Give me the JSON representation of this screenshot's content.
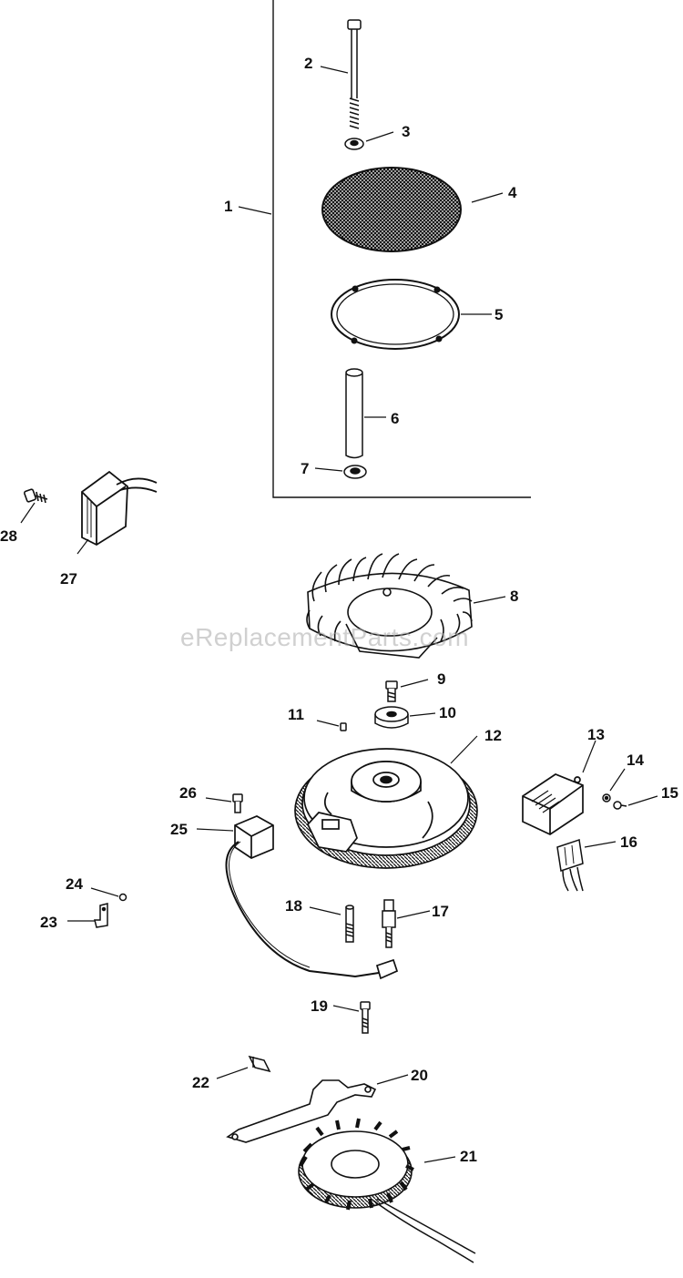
{
  "watermark": "eReplacementParts.com",
  "callouts": [
    {
      "id": "1",
      "label": "1",
      "part": "ignition-kit-bracket"
    },
    {
      "id": "2",
      "label": "2",
      "part": "bolt"
    },
    {
      "id": "3",
      "label": "3",
      "part": "washer"
    },
    {
      "id": "4",
      "label": "4",
      "part": "screen"
    },
    {
      "id": "5",
      "label": "5",
      "part": "retainer-ring"
    },
    {
      "id": "6",
      "label": "6",
      "part": "spacer-tube"
    },
    {
      "id": "7",
      "label": "7",
      "part": "washer"
    },
    {
      "id": "8",
      "label": "8",
      "part": "fan"
    },
    {
      "id": "9",
      "label": "9",
      "part": "screw"
    },
    {
      "id": "10",
      "label": "10",
      "part": "washer"
    },
    {
      "id": "11",
      "label": "11",
      "part": "key"
    },
    {
      "id": "12",
      "label": "12",
      "part": "flywheel"
    },
    {
      "id": "13",
      "label": "13",
      "part": "rectifier-regulator"
    },
    {
      "id": "14",
      "label": "14",
      "part": "nut"
    },
    {
      "id": "15",
      "label": "15",
      "part": "screw"
    },
    {
      "id": "16",
      "label": "16",
      "part": "connector"
    },
    {
      "id": "17",
      "label": "17",
      "part": "spark-plug"
    },
    {
      "id": "18",
      "label": "18",
      "part": "stud"
    },
    {
      "id": "19",
      "label": "19",
      "part": "screw"
    },
    {
      "id": "20",
      "label": "20",
      "part": "bracket"
    },
    {
      "id": "21",
      "label": "21",
      "part": "stator"
    },
    {
      "id": "22",
      "label": "22",
      "part": "clip"
    },
    {
      "id": "23",
      "label": "23",
      "part": "bracket"
    },
    {
      "id": "24",
      "label": "24",
      "part": "nut"
    },
    {
      "id": "25",
      "label": "25",
      "part": "ignition-module"
    },
    {
      "id": "26",
      "label": "26",
      "part": "screw"
    },
    {
      "id": "27",
      "label": "27",
      "part": "module"
    },
    {
      "id": "28",
      "label": "28",
      "part": "screw"
    }
  ],
  "colors": {
    "ink": "#111111",
    "background": "#ffffff",
    "watermark": "#aaaaaa"
  }
}
